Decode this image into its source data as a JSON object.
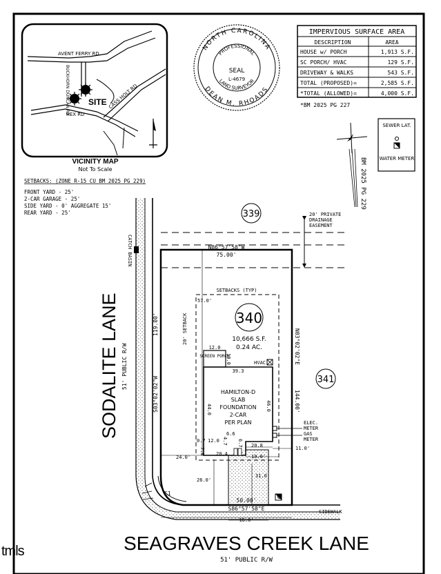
{
  "vicinity_map": {
    "title": "VICINITY MAP",
    "subtitle": "Not To Scale",
    "roads": [
      "AVENT FERRY RD",
      "BUCKHORN DUNCAN RD",
      "CASS HOLT RD",
      "REX RD"
    ],
    "site_label": "SITE"
  },
  "seal": {
    "top_arc": "NORTH CAROLINA",
    "inner_arc": "PROFESSIONAL",
    "center": "SEAL",
    "license": "L-4679",
    "inner_bottom_arc": "LAND SURVEYOR",
    "bottom_arc": "DEAN M. RHOADS"
  },
  "impervious_table": {
    "title": "IMPERVIOUS SURFACE AREA",
    "headers": [
      "DESCRIPTION",
      "AREA"
    ],
    "rows": [
      [
        "HOUSE w/ PORCH",
        "1,913 S.F."
      ],
      [
        "SC PORCH/ HVAC",
        "129 S.F."
      ],
      [
        "DRIVEWAY & WALKS",
        "543 S.F."
      ],
      [
        "TOTAL (PROPOSED)=",
        "2,585 S.F."
      ],
      [
        "*TOTAL (ALLOWED)=",
        "4,000 S.F."
      ]
    ],
    "footnote": "*BM 2025 PG 227"
  },
  "legend": {
    "sewer": "SEWER LAT.",
    "water": "WATER METER"
  },
  "north_reference": "BM 2025 PG 229",
  "setbacks_note": {
    "title": "SETBACKS: (ZONE R-15 CU BM 2025 PG 229)",
    "items": [
      "FRONT YARD - 25'",
      "2-CAR GARAGE - 25'",
      "SIDE YARD - 0' AGGREGATE 15'",
      "REAR YARD - 25'"
    ]
  },
  "lots": {
    "north": "339",
    "subject": "340",
    "east": "341"
  },
  "lot_info": {
    "area_sf": "10,666 S.F.",
    "area_ac": "0.24 AC."
  },
  "easement": "20' PRIVATE DRAINAGE EASEMENT",
  "bearings": {
    "rear": "N86°57'58\"W",
    "rear_dist": "75.00'",
    "front": "S86°57'58\"E",
    "front_dist": "50.00'",
    "west": "S03°02'02\"W",
    "west_dist": "119.00'",
    "east": "N03°02'02\"E",
    "east_dist": "144.00'",
    "curve": "C1"
  },
  "dimensions": {
    "rear_setback": "57.0'",
    "front_setback": "20' SETBACK",
    "setbacks_typ": "SETBACKS (TYP)",
    "porch_w": "12.0",
    "porch_d": "10.0",
    "house_w": "39.3",
    "house_d_left": "44.0",
    "house_d_right": "46.0",
    "side_left": "24.0'",
    "front_left": "26.0'",
    "side_right": "11.0'",
    "d_20_8": "20.8",
    "d_19_6": "19.6'",
    "d_20_4": "20.4",
    "d_12_0": "12.0",
    "d_6_6": "6.6",
    "d_0_7": "0.7",
    "d_7_0": "7.0",
    "d_6_7": "6.7",
    "d_4_7": "4.7",
    "d_31_0": "31.0'",
    "d_16_0": "16.0'"
  },
  "house": {
    "porch_label": "SCREEN PORCH",
    "hvac": "HVAC",
    "lines": [
      "HAMILTON-D",
      "SLAB",
      "FOUNDATION",
      "2-CAR",
      "PER PLAN"
    ]
  },
  "utilities": [
    "ELEC.",
    "METER",
    "GAS",
    "METER"
  ],
  "catch_basin": "CATCH BASIN",
  "sidewalk": "SIDEWALK",
  "streets": {
    "sodalite": "SODALITE LANE",
    "sodalite_rw": "51' PUBLIC R/W",
    "seagraves": "SEAGRAVES CREEK LANE",
    "seagraves_rw": "51' PUBLIC R/W"
  },
  "watermark": "tmls"
}
